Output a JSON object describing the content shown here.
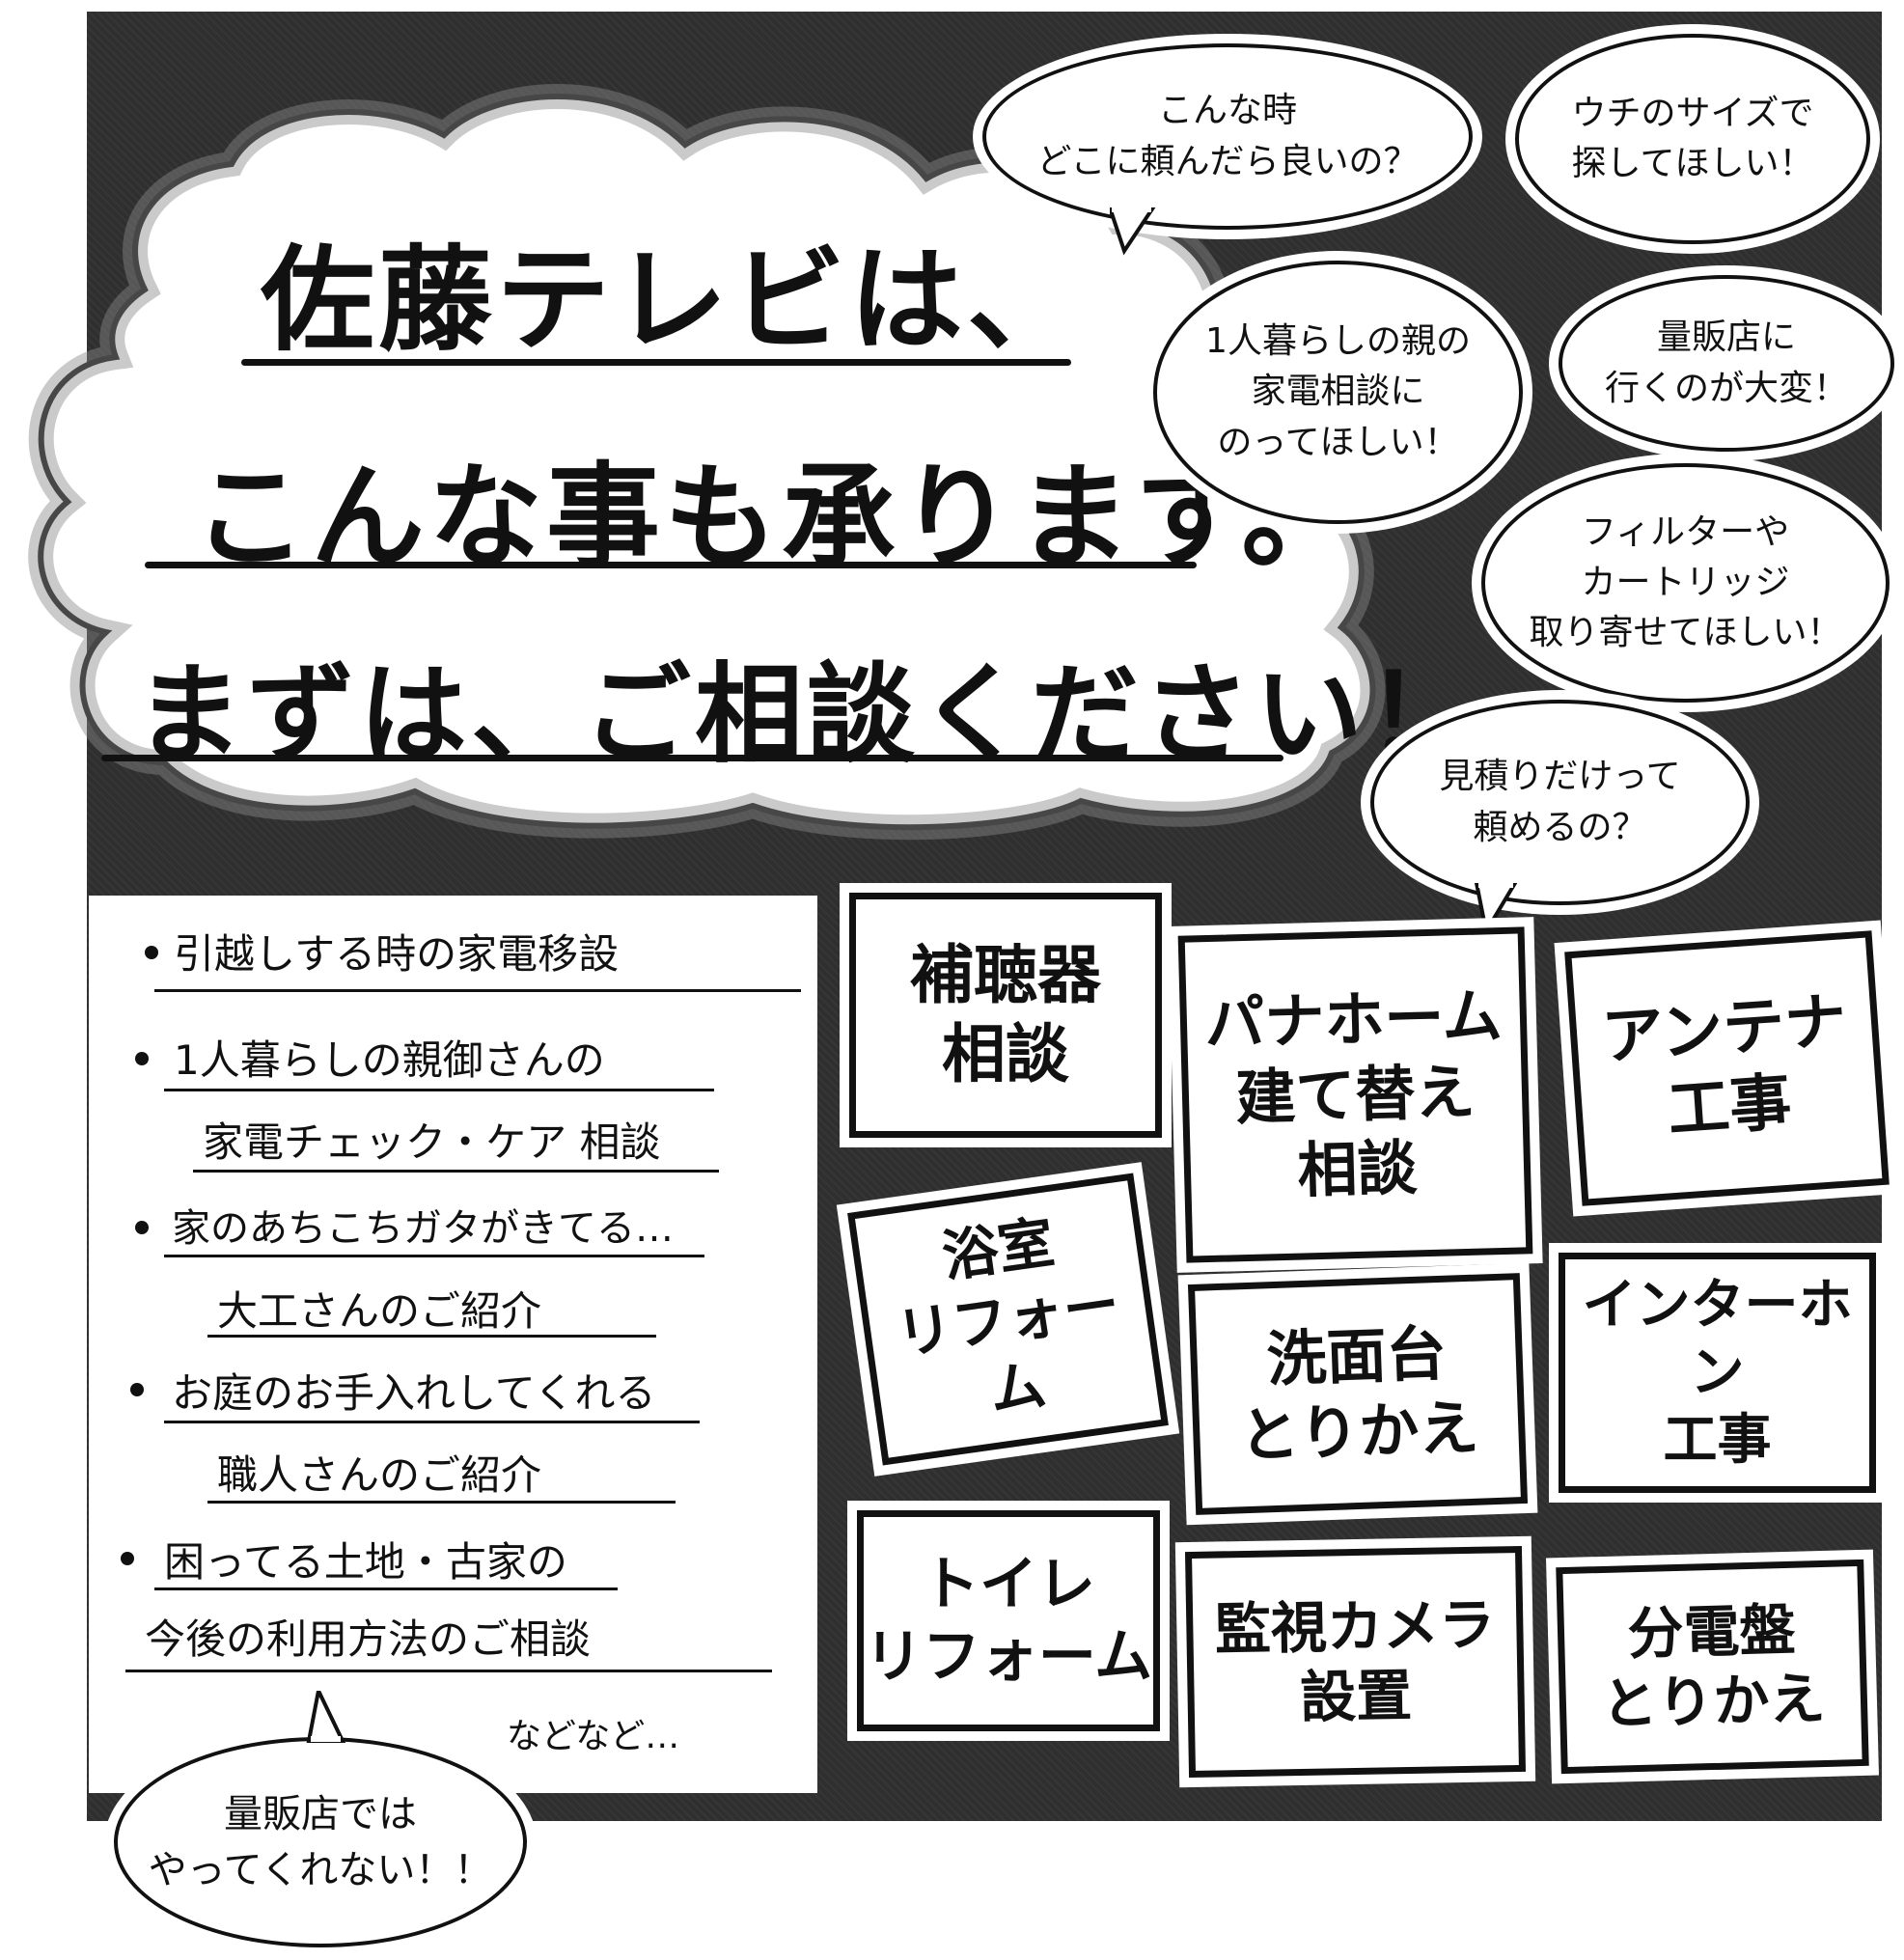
{
  "headline": {
    "line1": "佐藤テレビは、",
    "line2": "こんな事も承ります。",
    "line3": "まずは、ご相談ください！"
  },
  "bubbles": [
    {
      "id": "where",
      "lines": [
        "こんな時",
        "どこに頼んだら良いの？"
      ]
    },
    {
      "id": "size",
      "lines": [
        "ウチのサイズで",
        "探してほしい！"
      ]
    },
    {
      "id": "parents",
      "lines": [
        "1人暮らしの親の",
        "家電相談に",
        "のってほしい！"
      ]
    },
    {
      "id": "massretailer",
      "lines": [
        "量販店に",
        "行くのが大変！"
      ]
    },
    {
      "id": "filter",
      "lines": [
        "フィルターや",
        "カートリッジ",
        "取り寄せてほしい！"
      ]
    },
    {
      "id": "estimate",
      "lines": [
        "見積りだけって",
        "頼めるの？"
      ]
    },
    {
      "id": "notretailer",
      "lines": [
        "量販店では",
        "やってくれない！！"
      ]
    }
  ],
  "list": {
    "items": [
      {
        "lines": [
          "引越しする時の家電移設"
        ]
      },
      {
        "lines": [
          "1人暮らしの親御さんの",
          "家電チェック・ケア 相談"
        ]
      },
      {
        "lines": [
          "家のあちこちガタがきてる…",
          "大工さんのご紹介"
        ]
      },
      {
        "lines": [
          "お庭のお手入れしてくれる",
          "職人さんのご紹介"
        ]
      },
      {
        "lines": [
          "困ってる土地・古家の",
          "今後の利用方法のご相談"
        ]
      }
    ],
    "etc": "などなど…"
  },
  "cards": [
    {
      "id": "hearing-aid",
      "lines": [
        "補聴器",
        "相談"
      ]
    },
    {
      "id": "panahome",
      "lines": [
        "パナホーム",
        "建て替え",
        "相談"
      ]
    },
    {
      "id": "antenna",
      "lines": [
        "アンテナ",
        "工事"
      ]
    },
    {
      "id": "bathroom",
      "lines": [
        "浴室",
        "リフォーム"
      ]
    },
    {
      "id": "washbasin",
      "lines": [
        "洗面台",
        "とりかえ"
      ]
    },
    {
      "id": "intercom",
      "lines": [
        "インターホン",
        "工事"
      ]
    },
    {
      "id": "toilet",
      "lines": [
        "トイレ",
        "リフォーム"
      ]
    },
    {
      "id": "camera",
      "lines": [
        "監視カメラ",
        "設置"
      ]
    },
    {
      "id": "breaker",
      "lines": [
        "分電盤",
        "とりかえ"
      ]
    }
  ]
}
